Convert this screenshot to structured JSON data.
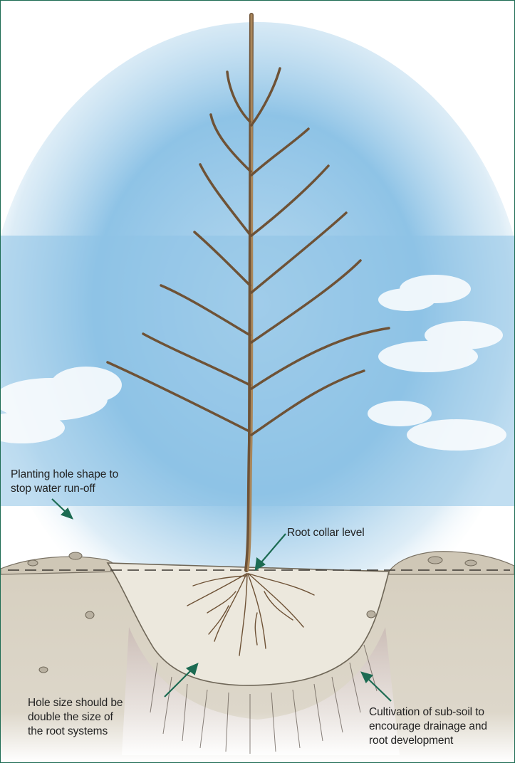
{
  "labels": {
    "planting_hole_shape": "Planting hole shape to\nstop water run-off",
    "root_collar_level": "Root collar level",
    "hole_size": "Hole size should be\ndouble the size of\nthe root systems",
    "cultivation": "Cultivation of sub-soil to\nencourage drainage and\nroot development"
  },
  "colors": {
    "frame": "#1c6b52",
    "arrow": "#1c6b52",
    "sky": "#8ec3e6",
    "soil": "#d9d3c4",
    "backfill": "#ece8dd",
    "trunk": "#8a6a45"
  }
}
